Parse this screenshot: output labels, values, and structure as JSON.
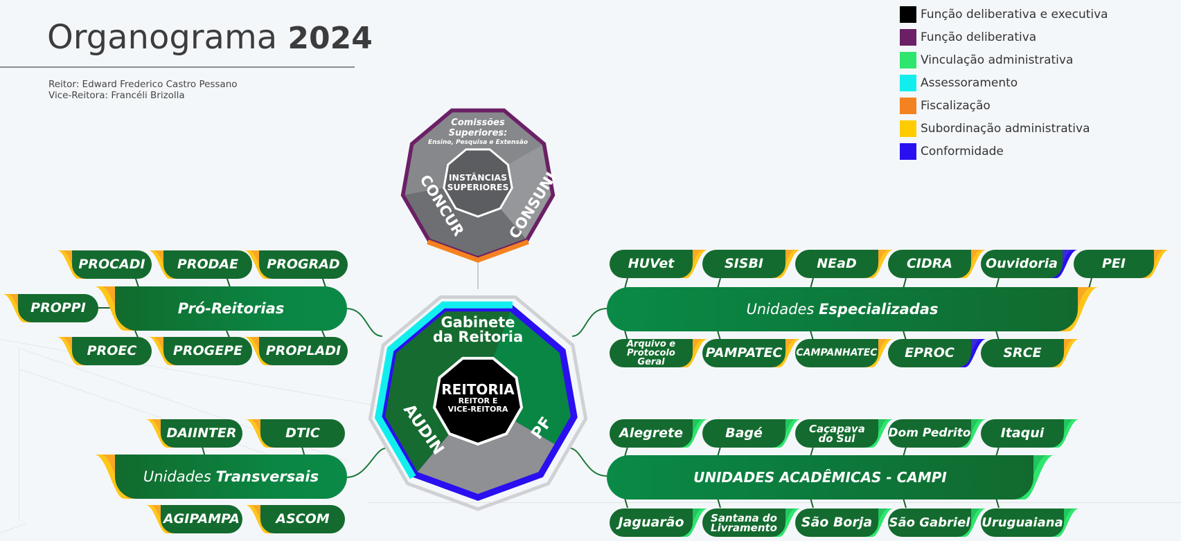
{
  "header": {
    "title_regular": "Organograma",
    "title_bold": "2024",
    "reitor": "Reitor: Edward Frederico Castro Pessano",
    "vice_reitora": "Vice-Reitora: Francéli Brizolla"
  },
  "legend": [
    {
      "label": "Função deliberativa e executiva",
      "color": "#000000"
    },
    {
      "label": "Função deliberativa",
      "color": "#6b2066"
    },
    {
      "label": "Vinculação administrativa",
      "color": "#2ee66e"
    },
    {
      "label": "Assessoramento",
      "color": "#12eeee"
    },
    {
      "label": "Fiscalização",
      "color": "#f58220"
    },
    {
      "label": "Subordinação administrativa",
      "color": "#ffcc00"
    },
    {
      "label": "Conformidade",
      "color": "#2a0ff0"
    }
  ],
  "colors": {
    "pill_green": "#146b2f",
    "main_green": "#0b8643",
    "yellow": "#ffc61a",
    "orange_yellow": "#f9a825",
    "light_green": "#2ee66e",
    "blue": "#2a0ff0",
    "purple": "#6b2066",
    "orange": "#f58220",
    "cyan": "#12eeee"
  },
  "instancias": {
    "center": [
      "INSTÂNCIAS",
      "SUPERIORES"
    ],
    "top": [
      "Comissões",
      "Superiores:",
      "Ensino, Pesquisa e Extensão"
    ],
    "left": "CONCUR",
    "right": "CONSUNI"
  },
  "reitoria": {
    "center_title": "REITORIA",
    "center_sub": [
      "REITOR E",
      "VICE-REITORA"
    ],
    "top": [
      "Gabinete",
      "da Reitoria"
    ],
    "left": "AUDIN",
    "right": "PF"
  },
  "pro_reitorias": {
    "title": "Pró-Reitorias",
    "top": [
      "PROCADI",
      "PRODAE",
      "PROGRAD"
    ],
    "side": "PROPPI",
    "bottom": [
      "PROEC",
      "PROGEPE",
      "PROPLADI"
    ]
  },
  "transversais": {
    "title_thin": "Unidades",
    "title_bold": "Transversais",
    "top": [
      "DAIINTER",
      "DTIC"
    ],
    "bottom": [
      "AGIPAMPA",
      "ASCOM"
    ]
  },
  "especializadas": {
    "title_thin": "Unidades",
    "title_bold": "Especializadas",
    "top": [
      {
        "label": "HUVet",
        "accent": "yellow"
      },
      {
        "label": "SISBI",
        "accent": "yellow"
      },
      {
        "label": "NEaD",
        "accent": "yellow"
      },
      {
        "label": "CIDRA",
        "accent": "yellow"
      },
      {
        "label": "Ouvidoria",
        "accent": "blue"
      },
      {
        "label": "PEI",
        "accent": "yellow"
      }
    ],
    "bottom": [
      {
        "label": "Arquivo e Protocolo Geral",
        "accent": "yellow"
      },
      {
        "label": "PAMPATEC",
        "accent": "yellow"
      },
      {
        "label": "CAMPANHATEC",
        "accent": "yellow"
      },
      {
        "label": "EPROC",
        "accent": "blue"
      },
      {
        "label": "SRCE",
        "accent": "yellow"
      }
    ]
  },
  "campi": {
    "title": "UNIDADES ACADÊMICAS - CAMPI",
    "top": [
      "Alegrete",
      "Bagé",
      "Caçapava do Sul",
      "Dom Pedrito",
      "Itaqui"
    ],
    "bottom": [
      "Jaguarão",
      "Santana do Livramento",
      "São Borja",
      "São Gabriel",
      "Uruguaiana"
    ]
  }
}
